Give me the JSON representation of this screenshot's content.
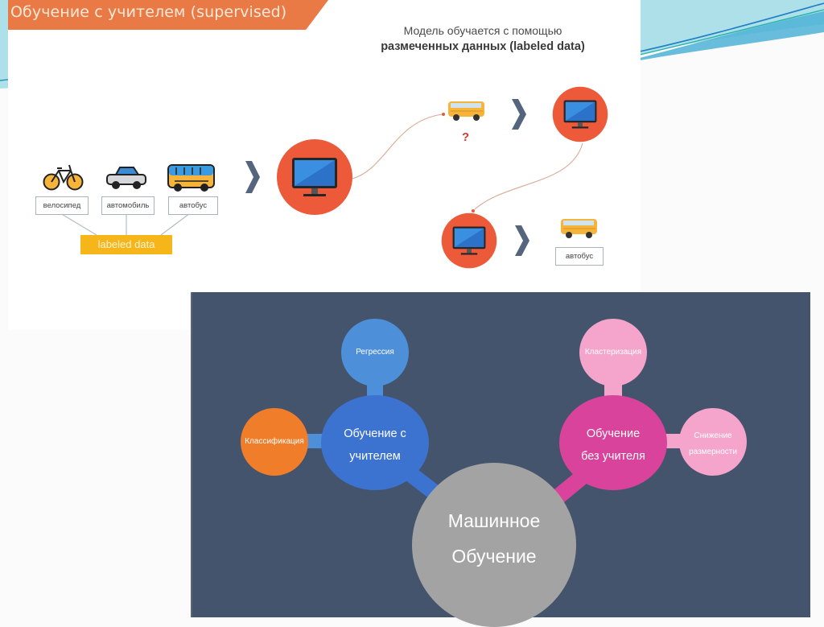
{
  "slide": {
    "title": "Обучение с учителем (supervised)",
    "caption_line1": "Модель обучается с помощью",
    "caption_line2": "размеченных данных (labeled data)"
  },
  "supervised_diagram": {
    "inputs": [
      {
        "icon": "bicycle-icon",
        "label": "велосипед"
      },
      {
        "icon": "car-icon",
        "label": "автомобиль"
      },
      {
        "icon": "bus-icon",
        "label": "автобус"
      }
    ],
    "labeled_data_label": "labeled data",
    "unknown_marker": "?",
    "prediction_label": "автобус",
    "colors": {
      "title_band": "#ea7a45",
      "labeled_data": "#f6b519",
      "model_circle": "#ec5a3a",
      "chevron": "#56657e"
    }
  },
  "mindmap": {
    "center": {
      "line1": "Машинное",
      "line2": "Обучение",
      "color": "#a3a3a3"
    },
    "supervised": {
      "line1": "Обучение с",
      "line2": "учителем",
      "color": "#3c73d0",
      "children": [
        {
          "label": "Регрессия",
          "color": "#4d8fd8"
        },
        {
          "label": "Классификация",
          "color": "#f07d2a"
        }
      ]
    },
    "unsupervised": {
      "line1": "Обучение",
      "line2": "без учителя",
      "color": "#d9439b",
      "children": [
        {
          "label": "Кластеризация",
          "color": "#f5a5cb"
        },
        {
          "label_line1": "Снижение",
          "label_line2": "размерности",
          "color": "#f5a5cb"
        }
      ]
    },
    "background": "#44546c"
  }
}
